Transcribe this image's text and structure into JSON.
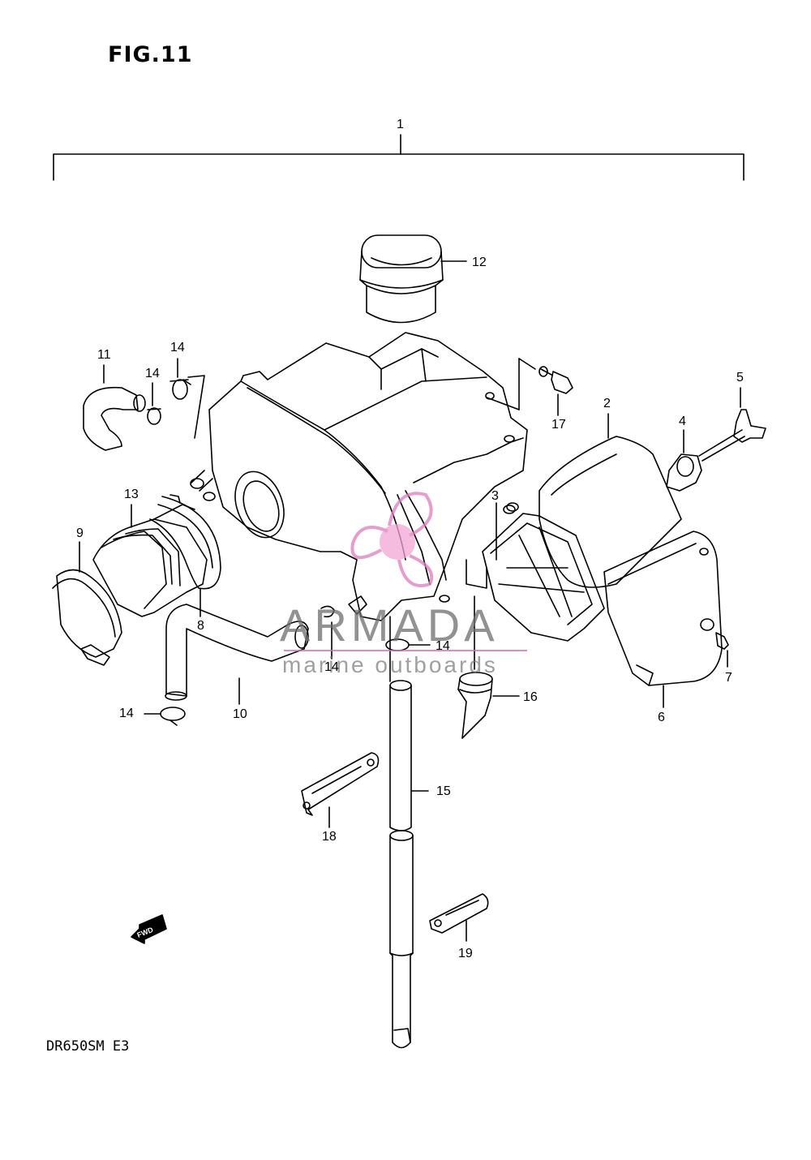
{
  "figure": {
    "title": "FIG.11",
    "model_code": "DR650SM E3",
    "fwd_label": "FWD"
  },
  "watermark": {
    "brand": "ARMADA",
    "tagline": "marine outboards",
    "accent_color": "#e07cc0",
    "text_color": "#707070"
  },
  "callouts": {
    "c1": "1",
    "c2": "2",
    "c3": "3",
    "c4": "4",
    "c5": "5",
    "c6": "6",
    "c7": "7",
    "c8": "8",
    "c9": "9",
    "c10": "10",
    "c11": "11",
    "c12": "12",
    "c13": "13",
    "c14a": "14",
    "c14b": "14",
    "c14c": "14",
    "c14d": "14",
    "c14e": "14",
    "c15": "15",
    "c16": "16",
    "c17": "17",
    "c18": "18",
    "c19": "19"
  }
}
